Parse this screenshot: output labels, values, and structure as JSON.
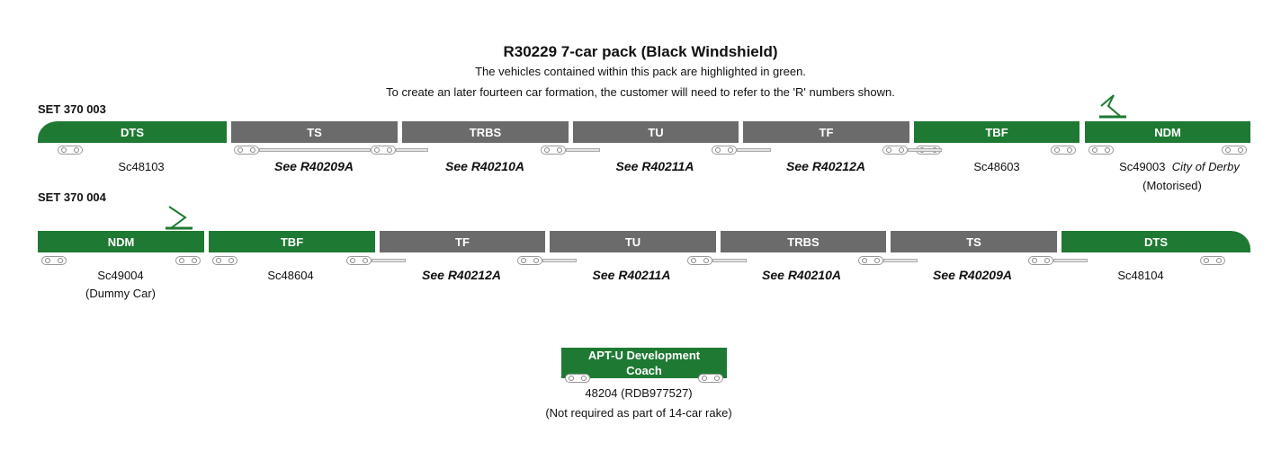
{
  "header": {
    "title": "R30229 7-car pack (Black Windshield)",
    "line1": "The vehicles contained within this pack are highlighted in green.",
    "line2": "To create an later fourteen car formation, the customer will need to refer to the 'R' numbers shown."
  },
  "colors": {
    "included": "#1e7a32",
    "not_included": "#6b6b6b"
  },
  "set1": {
    "label": "SET 370 003",
    "cars": [
      {
        "name": "DTS",
        "included": true,
        "ref": "Sc48103"
      },
      {
        "name": "TS",
        "included": false,
        "ref": "See R40209A"
      },
      {
        "name": "TRBS",
        "included": false,
        "ref": "See R40210A"
      },
      {
        "name": "TU",
        "included": false,
        "ref": "See R40211A"
      },
      {
        "name": "TF",
        "included": false,
        "ref": "See R40212A"
      },
      {
        "name": "TBF",
        "included": true,
        "ref": "Sc48603"
      },
      {
        "name": "NDM",
        "included": true,
        "ref": "Sc49003",
        "ref_extra": "City of Derby",
        "note": "(Motorised)"
      }
    ]
  },
  "set2": {
    "label": "SET 370 004",
    "cars": [
      {
        "name": "NDM",
        "included": true,
        "ref": "Sc49004",
        "note": "(Dummy Car)"
      },
      {
        "name": "TBF",
        "included": true,
        "ref": "Sc48604"
      },
      {
        "name": "TF",
        "included": false,
        "ref": "See R40212A"
      },
      {
        "name": "TU",
        "included": false,
        "ref": "See R40211A"
      },
      {
        "name": "TRBS",
        "included": false,
        "ref": "See R40210A"
      },
      {
        "name": "TS",
        "included": false,
        "ref": "See R40209A"
      },
      {
        "name": "DTS",
        "included": true,
        "ref": "Sc48104"
      }
    ]
  },
  "dev_coach": {
    "name_line1": "APT-U Development",
    "name_line2": "Coach",
    "ref": "48204 (RDB977527)",
    "note": "(Not required as part of 14-car rake)"
  }
}
